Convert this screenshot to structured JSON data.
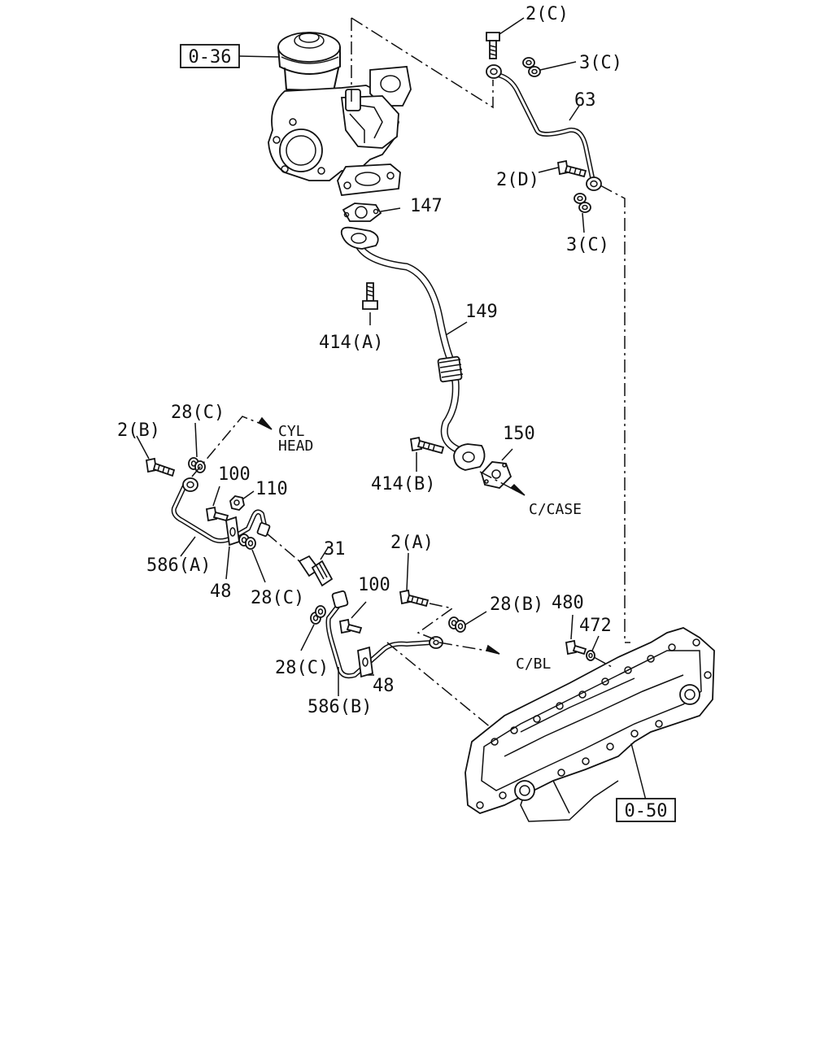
{
  "refs": {
    "turbo_ref": "0-36",
    "manifold_ref": "0-50"
  },
  "labels": {
    "l_2c_top": "2(C)",
    "l_3c_top": "3(C)",
    "l_63": "63",
    "l_2d": "2(D)",
    "l_3c_low": "3(C)",
    "l_147": "147",
    "l_414a": "414(A)",
    "l_149": "149",
    "l_414b": "414(B)",
    "l_150": "150",
    "l_2b": "2(B)",
    "l_28c_top": "28(C)",
    "l_100_top": "100",
    "l_110": "110",
    "l_586a": "586(A)",
    "l_48_top": "48",
    "l_28c_mid": "28(C)",
    "l_31": "31",
    "l_2a": "2(A)",
    "l_100_low": "100",
    "l_28b": "28(B)",
    "l_480": "480",
    "l_472": "472",
    "l_28c_low": "28(C)",
    "l_48_low": "48",
    "l_586b": "586(B)"
  },
  "destinations": {
    "cyl_head_line1": "CYL",
    "cyl_head_line2": "HEAD",
    "c_case": "C/CASE",
    "c_bl": "C/BL"
  },
  "colors": {
    "ink": "#111111",
    "paper": "#ffffff"
  }
}
